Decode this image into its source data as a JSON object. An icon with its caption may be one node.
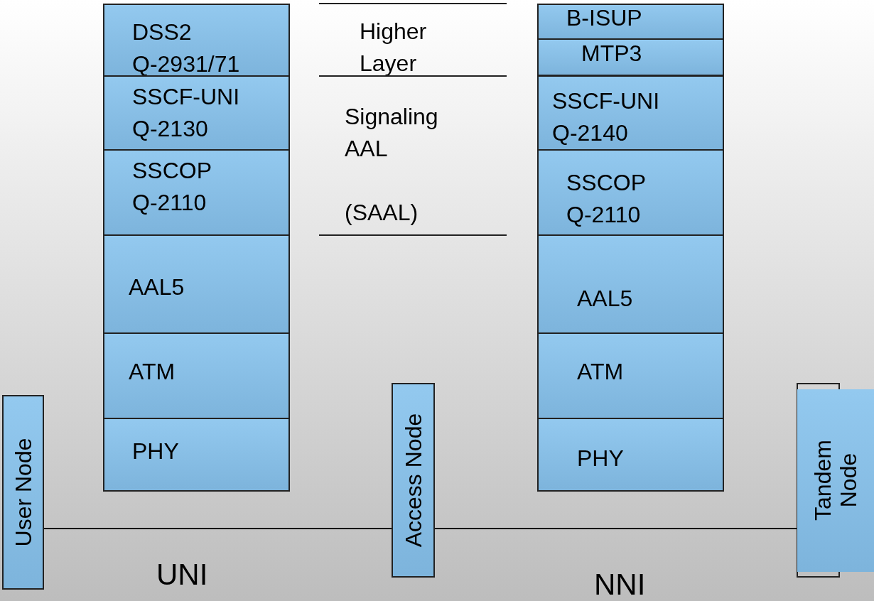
{
  "diagram": {
    "nodes": [
      {
        "text": [
          "DSS2 Q-2931/71"
        ]
      },
      {
        "text": [
          "SSCF-UNI Q-2130"
        ]
      },
      {
        "text": [
          "SSCOP Q-2110"
        ]
      },
      {
        "text": [
          "AAL5"
        ]
      },
      {
        "text": [
          "ATM"
        ]
      },
      {
        "text": [
          "PHY"
        ]
      },
      {
        "text": [
          "B-ISUP"
        ]
      },
      {
        "text": [
          "MTP3"
        ]
      },
      {
        "text": [
          "SSCF-UNI Q-2140"
        ]
      },
      {
        "text": [
          "SSCOP Q-2110"
        ]
      },
      {
        "text": [
          "AAL5"
        ]
      },
      {
        "text": [
          "ATM"
        ]
      },
      {
        "text": [
          "PHY"
        ]
      },
      {
        "text": [
          "User Node"
        ]
      },
      {
        "text": [
          "Access Node"
        ]
      },
      {
        "text": [
          "Tandem Node"
        ]
      }
    ],
    "edges": [
      {
        "from": 13,
        "to": 14,
        "arrow": "none"
      },
      {
        "from": 14,
        "to": 15,
        "arrow": "none"
      }
    ],
    "labels": [
      "Higher Layer",
      "Signaling AAL",
      "(SAAL)",
      "UNI",
      "NNI"
    ]
  }
}
